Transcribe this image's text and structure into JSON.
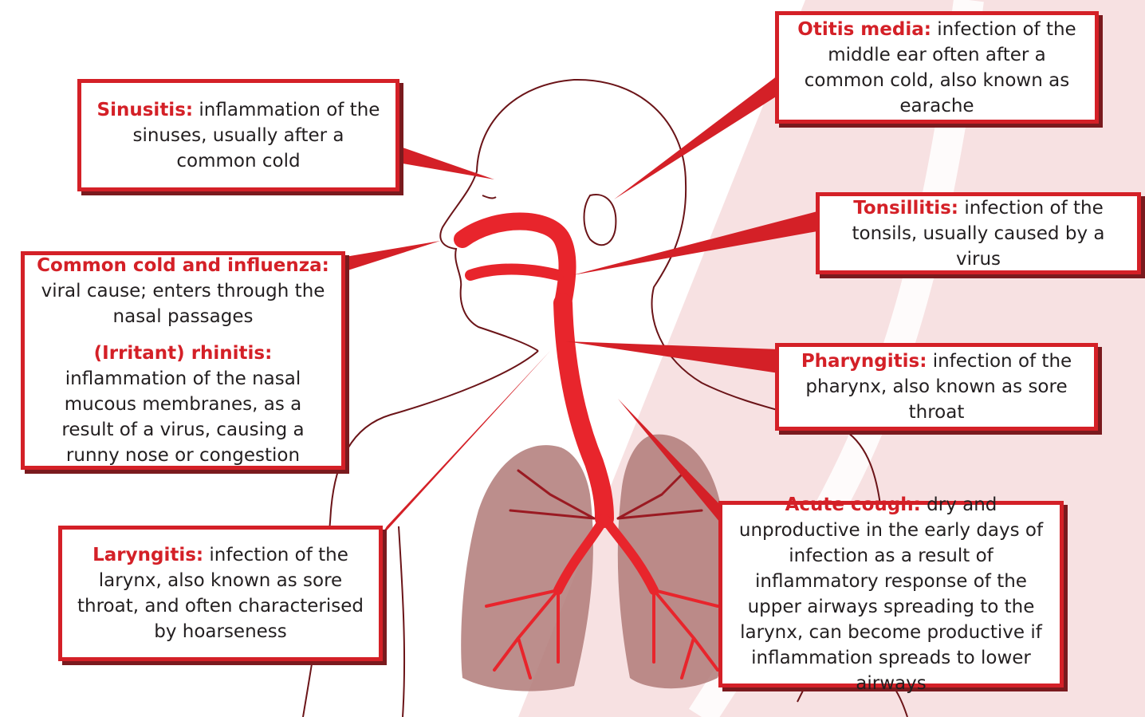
{
  "colors": {
    "accent": "#d42027",
    "accent_dark": "#7a1a1e",
    "outline": "#6b1418",
    "lung": "#b07a78",
    "airway": "#e8252c",
    "background_band": "#f7e1e2"
  },
  "labels": {
    "sinusitis": {
      "term": "Sinusitis:",
      "desc": " inflammation of the sinuses, usually after a common cold"
    },
    "otitis": {
      "term": "Otitis media:",
      "desc": " infection of the middle ear often after a common cold, also known as earache"
    },
    "common_cold": {
      "term": "Common cold and influenza:",
      "desc": " viral cause; enters through the nasal passages"
    },
    "rhinitis": {
      "term": "(Irritant) rhinitis:",
      "desc": " inflammation of the nasal mucous membranes, as a result of a virus, causing a runny nose or congestion"
    },
    "tonsillitis": {
      "term": "Tonsillitis:",
      "desc": " infection of the tonsils, usually caused by a virus"
    },
    "pharyngitis": {
      "term": "Pharyngitis:",
      "desc": " infection of the pharynx, also known as sore throat"
    },
    "laryngitis": {
      "term": "Laryngitis:",
      "desc": " infection of the larynx, also known as sore throat, and often characterised by hoarseness"
    },
    "acute_cough": {
      "term": "Acute cough:",
      "desc": " dry and unproductive in the early days of infection as a result of inflammatory response of the upper airways spreading to the larynx, can become productive if inflammation spreads to lower airways"
    }
  }
}
